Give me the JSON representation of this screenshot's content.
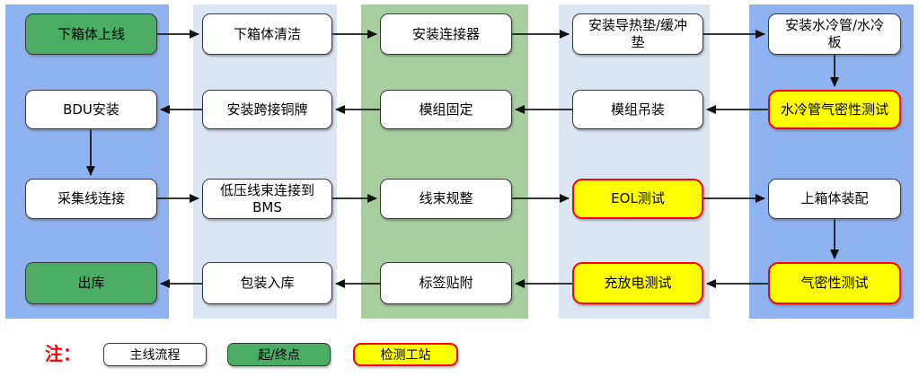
{
  "diagram": {
    "description": "Battery pack assembly main-line process flowchart (serpentine flow across 5 lanes)",
    "colors": {
      "lane_blue": "#8FB3F0",
      "lane_light_blue": "#DCE6F2",
      "lane_green": "#A7CE9F",
      "terminal_green": "#4BAD63",
      "test_yellow": "#FFFF00",
      "test_border_red": "#FF0000",
      "note_red": "#FF0000",
      "process_white": "#FFFFFF"
    },
    "nodes": [
      {
        "label": "下箱体上线",
        "type": "terminal"
      },
      {
        "label": "下箱体清洁",
        "type": "process"
      },
      {
        "label": "安装连接器",
        "type": "process"
      },
      {
        "label": "安装导热垫/缓冲\n垫",
        "type": "process"
      },
      {
        "label": "安装水冷管/水冷\n板",
        "type": "process"
      },
      {
        "label": "水冷管气密性测试",
        "type": "test"
      },
      {
        "label": "模组吊装",
        "type": "process"
      },
      {
        "label": "模组固定",
        "type": "process"
      },
      {
        "label": "安装跨接铜牌",
        "type": "process"
      },
      {
        "label": "BDU安装",
        "type": "process"
      },
      {
        "label": "采集线连接",
        "type": "process"
      },
      {
        "label": "低压线束连接到\nBMS",
        "type": "process"
      },
      {
        "label": "线束规整",
        "type": "process"
      },
      {
        "label": "EOL测试",
        "type": "test"
      },
      {
        "label": "上箱体装配",
        "type": "process"
      },
      {
        "label": "气密性测试",
        "type": "test"
      },
      {
        "label": "充放电测试",
        "type": "test"
      },
      {
        "label": "标签贴附",
        "type": "process"
      },
      {
        "label": "包装入库",
        "type": "process"
      },
      {
        "label": "出库",
        "type": "terminal"
      }
    ],
    "flow_order": [
      "下箱体上线",
      "下箱体清洁",
      "安装连接器",
      "安装导热垫/缓冲垫",
      "安装水冷管/水冷板",
      "水冷管气密性测试",
      "模组吊装",
      "模组固定",
      "安装跨接铜牌",
      "BDU安装",
      "采集线连接",
      "低压线束连接到BMS",
      "线束规整",
      "EOL测试",
      "上箱体装配",
      "气密性测试",
      "充放电测试",
      "标签贴附",
      "包装入库",
      "出库"
    ],
    "legend": {
      "note": "注：",
      "items": [
        {
          "label": "主线流程",
          "type": "process"
        },
        {
          "label": "起/终点",
          "type": "terminal"
        },
        {
          "label": "检测工站",
          "type": "test"
        }
      ]
    }
  }
}
